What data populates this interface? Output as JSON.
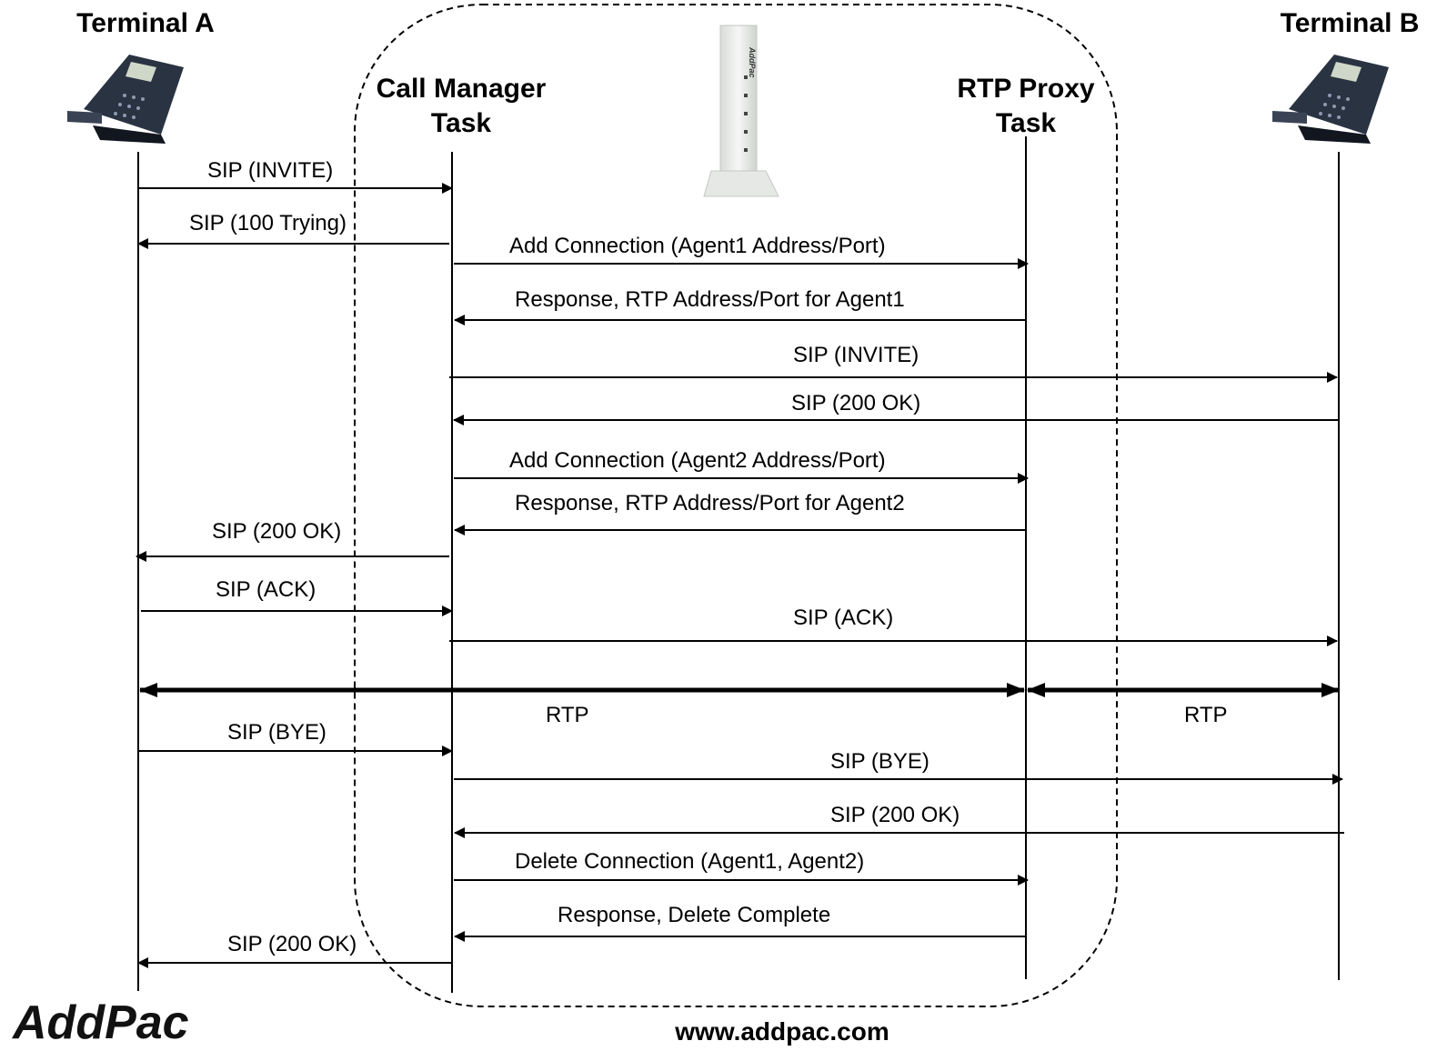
{
  "participants": {
    "terminal_a": "Terminal A",
    "call_manager_line1": "Call Manager",
    "call_manager_line2": "Task",
    "rtp_proxy_line1": "RTP Proxy",
    "rtp_proxy_line2": "Task",
    "terminal_b": "Terminal B"
  },
  "messages": [
    {
      "label": "SIP (INVITE)",
      "from": "terminal_a",
      "to": "call_manager"
    },
    {
      "label": "SIP (100 Trying)",
      "from": "call_manager",
      "to": "terminal_a"
    },
    {
      "label": "Add Connection (Agent1 Address/Port)",
      "from": "call_manager",
      "to": "rtp_proxy"
    },
    {
      "label": "Response, RTP Address/Port for Agent1",
      "from": "rtp_proxy",
      "to": "call_manager"
    },
    {
      "label": "SIP (INVITE)",
      "from": "call_manager",
      "to": "terminal_b"
    },
    {
      "label": "SIP (200 OK)",
      "from": "terminal_b",
      "to": "call_manager"
    },
    {
      "label": "Add Connection (Agent2 Address/Port)",
      "from": "call_manager",
      "to": "rtp_proxy"
    },
    {
      "label": "Response, RTP Address/Port for Agent2",
      "from": "rtp_proxy",
      "to": "call_manager"
    },
    {
      "label": "SIP (200 OK)",
      "from": "call_manager",
      "to": "terminal_a"
    },
    {
      "label": "SIP (ACK)",
      "from": "terminal_a",
      "to": "call_manager"
    },
    {
      "label": "SIP (ACK)",
      "from": "call_manager",
      "to": "terminal_b"
    },
    {
      "label": "RTP",
      "from": "terminal_a",
      "to": "rtp_proxy",
      "bidirectional": true
    },
    {
      "label": "RTP",
      "from": "rtp_proxy",
      "to": "terminal_b",
      "bidirectional": true
    },
    {
      "label": "SIP (BYE)",
      "from": "terminal_a",
      "to": "call_manager"
    },
    {
      "label": "SIP (BYE)",
      "from": "call_manager",
      "to": "terminal_b"
    },
    {
      "label": "SIP (200 OK)",
      "from": "terminal_b",
      "to": "call_manager"
    },
    {
      "label": "Delete Connection (Agent1, Agent2)",
      "from": "call_manager",
      "to": "rtp_proxy"
    },
    {
      "label": "Response, Delete Complete",
      "from": "rtp_proxy",
      "to": "call_manager"
    },
    {
      "label": "SIP (200 OK)",
      "from": "call_manager",
      "to": "terminal_a"
    }
  ],
  "footer": {
    "brand": "AddPac",
    "url": "www.addpac.com"
  },
  "device": {
    "brand": "AddPac",
    "icon": "gateway-device-icon"
  },
  "icons": {
    "phone": "ip-phone-icon"
  },
  "colors": {
    "line": "#000000",
    "phone_body": "#2a3342",
    "device_body": "#eef0ee"
  }
}
